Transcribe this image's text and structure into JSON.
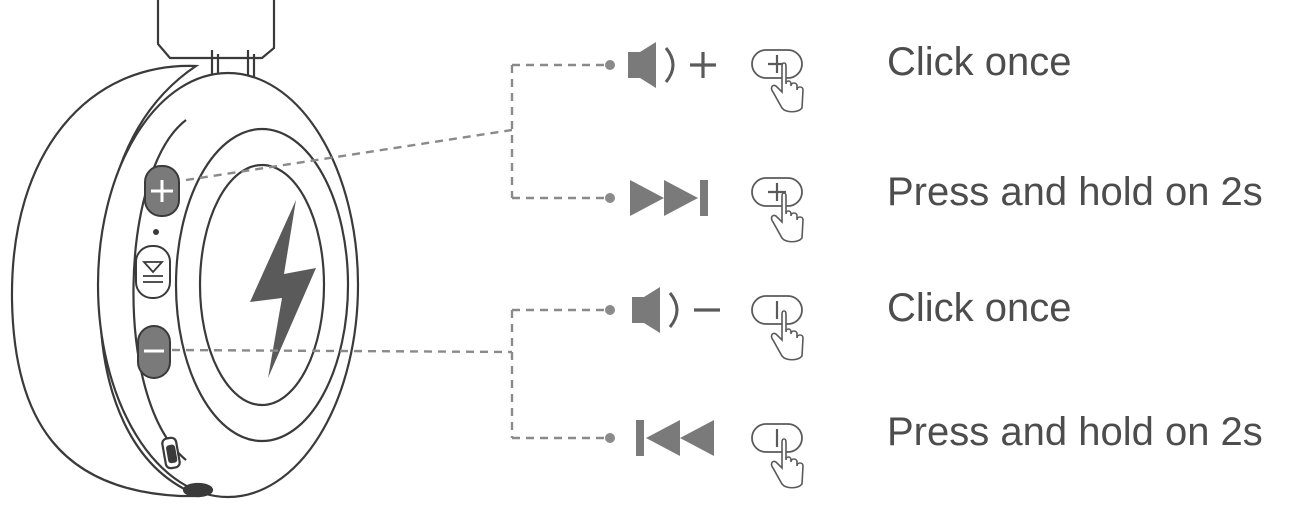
{
  "colors": {
    "line": "#3a3a3a",
    "icon_fill": "#7a7a7a",
    "icon_dark": "#5a5a5a",
    "leader": "#8a8a8a",
    "text": "#4d4d4d"
  },
  "controls": [
    {
      "icon": "volume-up-icon",
      "button": "plus-button-icon",
      "gesture": "tap-finger-icon",
      "label": "Click once"
    },
    {
      "icon": "next-track-icon",
      "button": "plus-button-icon",
      "gesture": "tap-finger-icon",
      "label": "Press and hold on 2s"
    },
    {
      "icon": "volume-down-icon",
      "button": "minus-button-icon",
      "gesture": "tap-finger-icon",
      "label": "Click once"
    },
    {
      "icon": "previous-track-icon",
      "button": "minus-button-icon",
      "gesture": "tap-finger-icon",
      "label": "Press and hold on 2s"
    }
  ]
}
